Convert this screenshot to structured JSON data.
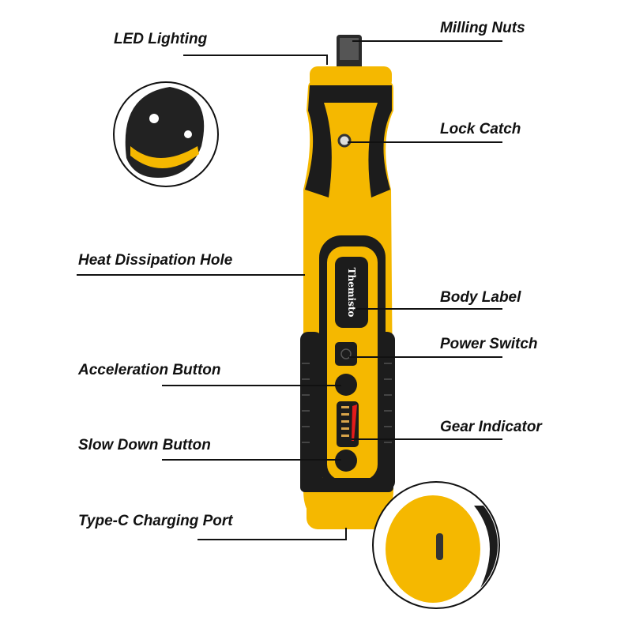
{
  "brand": "Themisto",
  "labels": {
    "led_lighting": "LED Lighting",
    "milling_nuts": "Milling Nuts",
    "lock_catch": "Lock Catch",
    "heat_dissipation_hole": "Heat Dissipation Hole",
    "body_label": "Body Label",
    "power_switch": "Power Switch",
    "acceleration_button": "Acceleration Button",
    "gear_indicator": "Gear Indicator",
    "slow_down_button": "Slow Down Button",
    "type_c_charging_port": "Type-C Charging Port"
  },
  "colors": {
    "body": "#F5B800",
    "grip": "#1c1c1c",
    "indicator": "#e31b1b"
  }
}
